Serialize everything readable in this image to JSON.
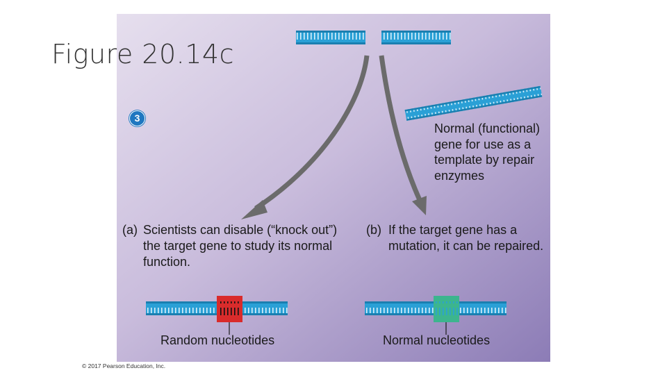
{
  "slide": {
    "title": "Figure 20.14c",
    "copyright": "© 2017 Pearson Education, Inc."
  },
  "figure": {
    "step_number": "3",
    "template_label": "Normal (functional) gene for use as a template by repair enzymes",
    "caption_a": {
      "marker": "(a)",
      "text": "Scientists can disable (“knock out”) the target gene to study its normal function."
    },
    "caption_b": {
      "marker": "(b)",
      "text": "If the target gene has a mutation, it can be repaired."
    },
    "nucleotides_a": "Random nucleotides",
    "nucleotides_b": "Normal nucleotides"
  },
  "colors": {
    "panel_light": "#e4dcec",
    "panel_dark": "#8f7fb7",
    "dna_blue": "#2aa0d6",
    "arrow_gray": "#6b6b6b",
    "random_segment": "#d92b2b",
    "normal_segment": "#3cb58e",
    "step_badge": "#1f77c0"
  }
}
